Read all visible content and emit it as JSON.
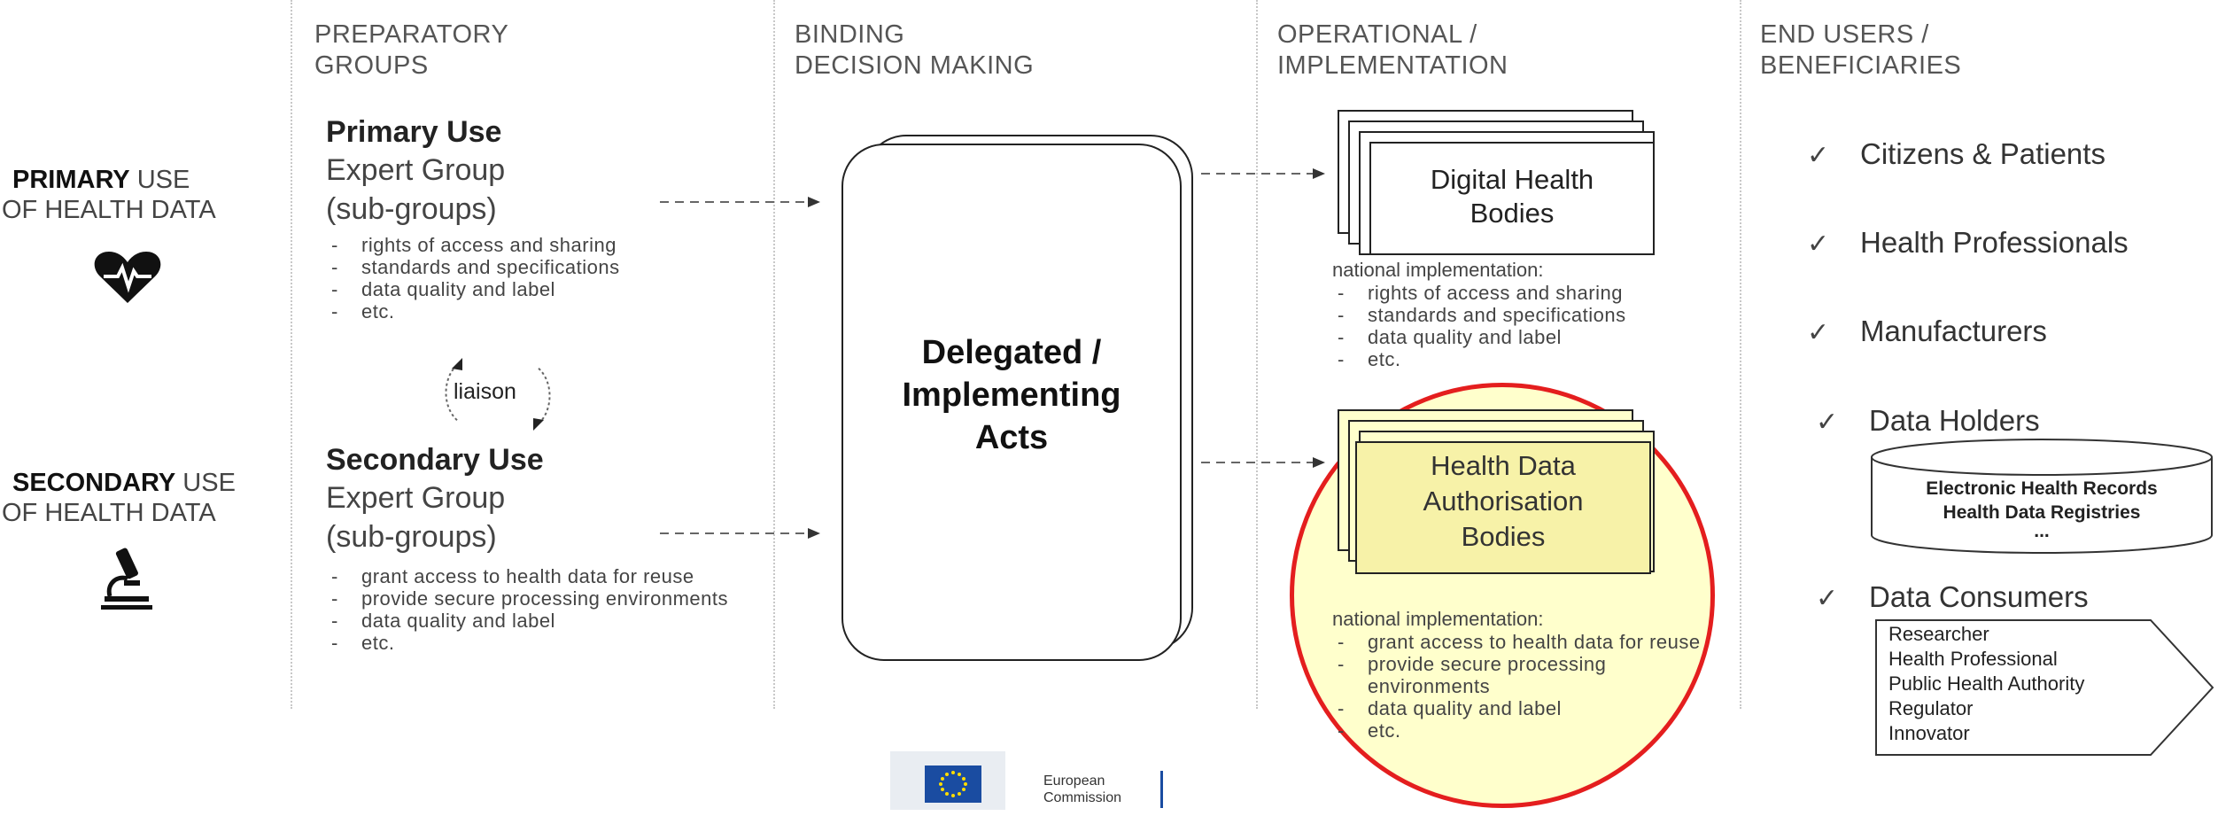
{
  "columns": {
    "preparatory": [
      "PREPARATORY",
      "GROUPS"
    ],
    "binding": [
      "BINDING",
      "DECISION MAKING"
    ],
    "operational": [
      "OPERATIONAL /",
      "IMPLEMENTATION"
    ],
    "end_users": [
      "END USERS /",
      "BENEFICIARIES"
    ]
  },
  "side_labels": {
    "primary": {
      "bold": "PRIMARY",
      "rest": " USE",
      "line2": "OF HEALTH DATA",
      "icon": "heartbeat-icon"
    },
    "secondary": {
      "bold": "SECONDARY",
      "rest": " USE",
      "line2": "OF HEALTH DATA",
      "icon": "microscope-icon"
    }
  },
  "primary_group": {
    "title": "Primary Use",
    "line2": "Expert Group",
    "line3": "(sub-groups)",
    "items": [
      "rights of access and sharing",
      "standards and specifications",
      "data quality and label",
      "etc."
    ]
  },
  "liaison": "liaison",
  "secondary_group": {
    "title": "Secondary Use",
    "line2": "Expert Group",
    "line3": "(sub-groups)",
    "items": [
      "grant access to health data for reuse",
      "provide secure processing environments",
      "data quality and label",
      "etc."
    ]
  },
  "center_box": {
    "line1": "Delegated /",
    "line2": "Implementing",
    "line3": "Acts"
  },
  "digital_bodies": {
    "line1": "Digital Health",
    "line2": "Bodies",
    "impl_title": "national implementation:",
    "items": [
      "rights of access and sharing",
      "standards and specifications",
      "data quality and label",
      "etc."
    ]
  },
  "hda_bodies": {
    "line1": "Health Data",
    "line2": "Authorisation",
    "line3": "Bodies",
    "impl_title": "national implementation:",
    "items": [
      "grant access to health data for reuse",
      "provide secure processing environments",
      "data quality and label",
      "etc."
    ],
    "highlight_color": "#ffffcc",
    "circle_color": "#e41e1e"
  },
  "beneficiaries": {
    "check": "✓",
    "items": [
      "Citizens & Patients",
      "Health Professionals",
      "Manufacturers",
      "Data Holders",
      "Data Consumers"
    ],
    "data_holders_cylinder": [
      "Electronic Health Records",
      "Health Data Registries",
      "..."
    ],
    "data_consumers_list": [
      "Researcher",
      "Health Professional",
      "Public Health Authority",
      "Regulator",
      "Innovator"
    ]
  },
  "footer": {
    "logo_line1": "European",
    "logo_line2": "Commission",
    "flag_color": "#1a4ca1"
  }
}
